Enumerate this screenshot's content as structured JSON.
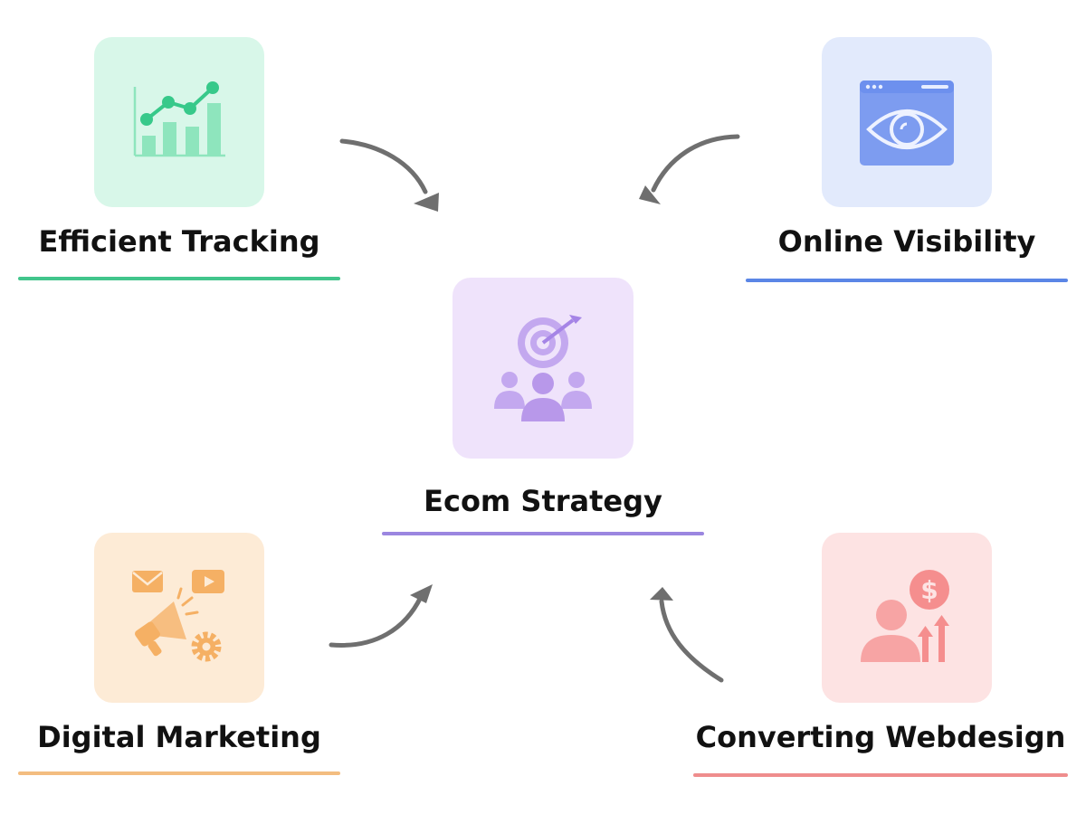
{
  "center": {
    "label": "Ecom Strategy",
    "tile_color": "#efe3fb",
    "icon_color": "#b898ea",
    "line_color": "#9b86e0",
    "icon": "target-audience-icon"
  },
  "nodes": [
    {
      "id": "tracking",
      "label": "Efficient Tracking",
      "tile_color": "#d8f7e9",
      "icon_color": "#37c98a",
      "line_color": "#42c58c",
      "icon": "growth-chart-icon"
    },
    {
      "id": "visibility",
      "label": "Online Visibility",
      "tile_color": "#e2eafc",
      "icon_color": "#6d90ee",
      "line_color": "#5b86e6",
      "icon": "browser-eye-icon"
    },
    {
      "id": "marketing",
      "label": "Digital Marketing",
      "tile_color": "#fdebd6",
      "icon_color": "#f5b064",
      "line_color": "#f3bd80",
      "icon": "megaphone-icon"
    },
    {
      "id": "webdesign",
      "label": "Converting Webdesign",
      "tile_color": "#fde3e3",
      "icon_color": "#f58e8e",
      "line_color": "#ef8d8d",
      "icon": "user-dollar-growth-icon"
    }
  ],
  "arrow_color": "#6f6f6f"
}
